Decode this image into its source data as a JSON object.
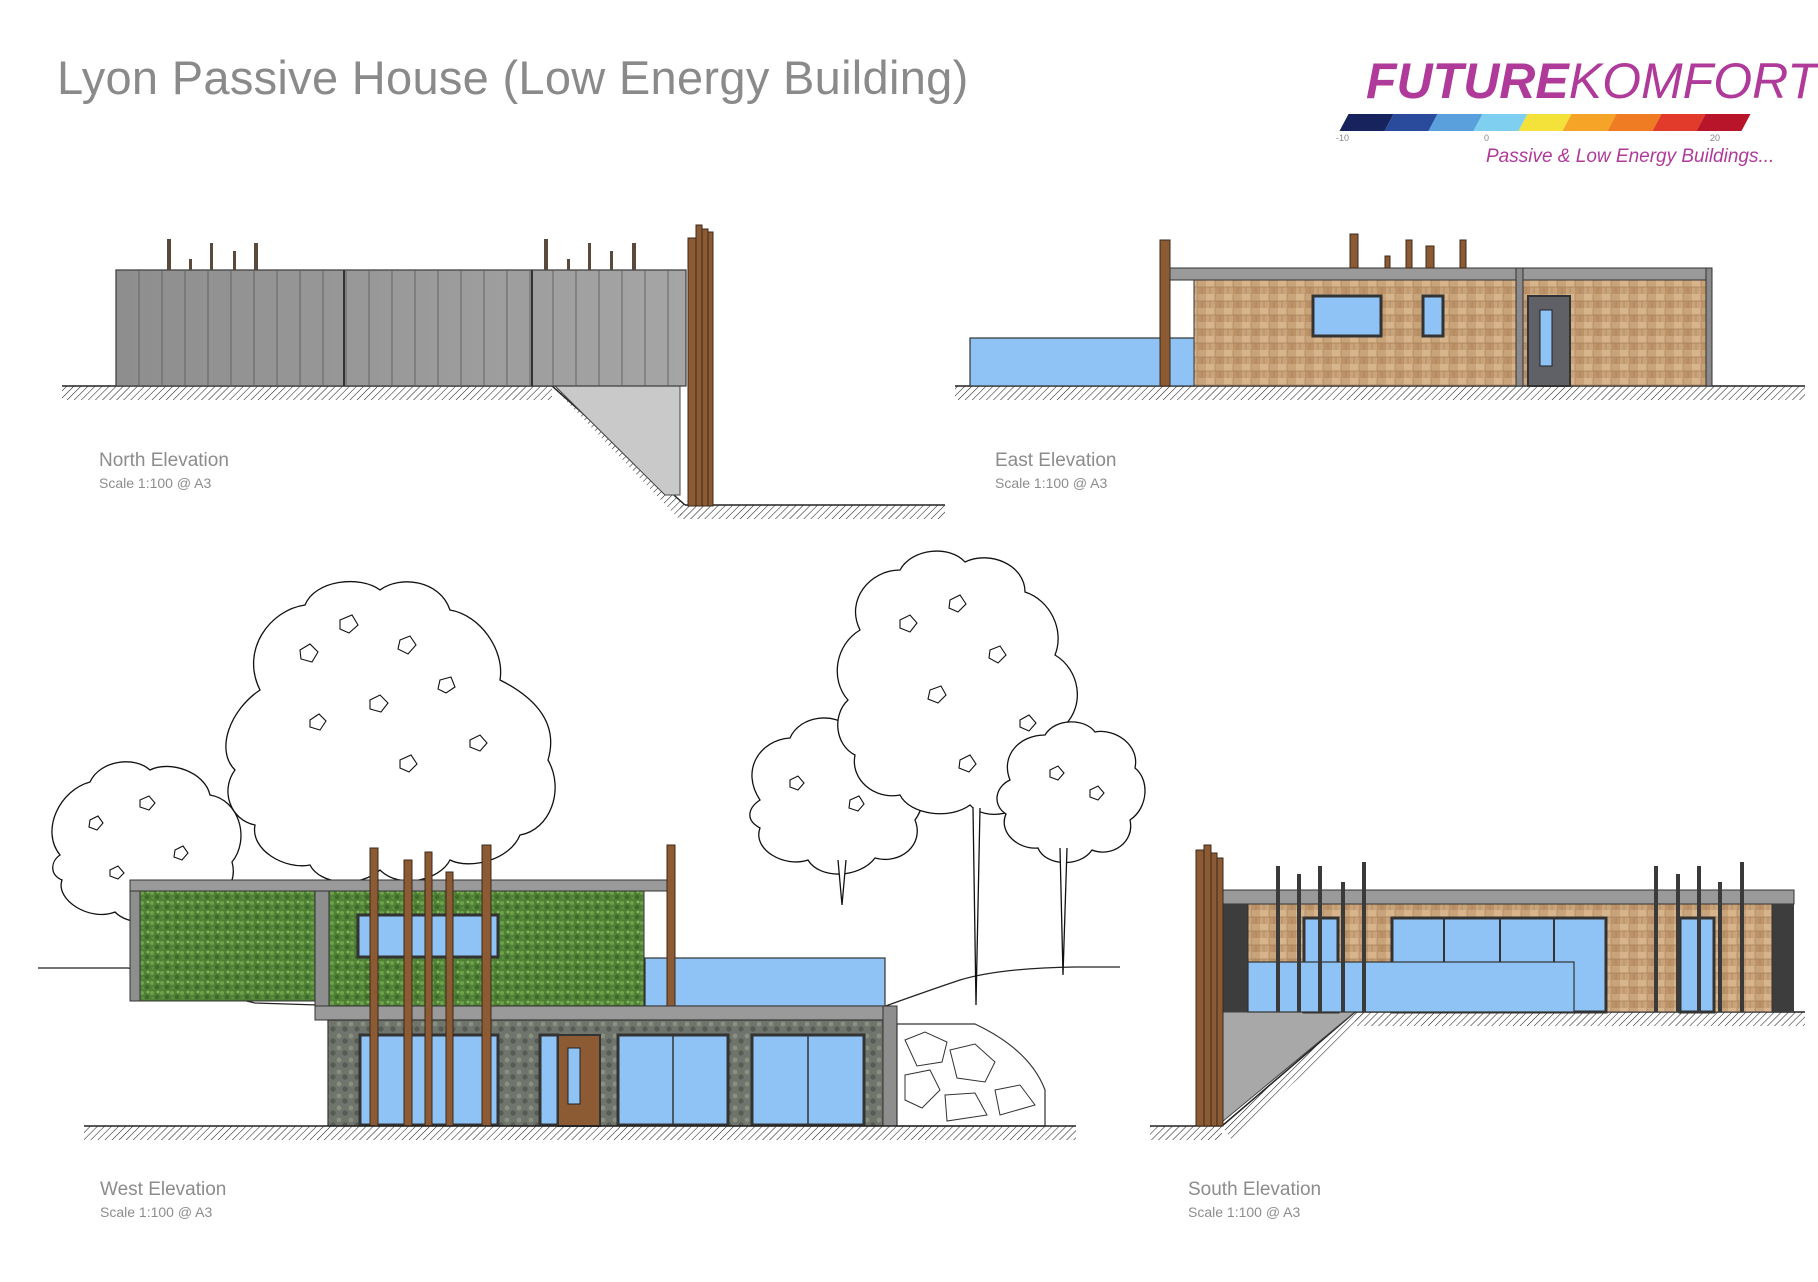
{
  "title": "Lyon Passive House (Low Energy Building)",
  "logo": {
    "word_bold": "FUTURE",
    "word_light": "KOMFORT",
    "scale_ticks": [
      "-10",
      "0",
      "20"
    ],
    "tagline": "Passive & Low Energy Buildings...",
    "brand_color": "#b03a9a",
    "bar_colors": [
      "#17235c",
      "#2a4a9c",
      "#5aa0dc",
      "#7fd0f0",
      "#f4e13a",
      "#f6a427",
      "#ef7b23",
      "#e23b2c",
      "#b9152a"
    ]
  },
  "elevations": {
    "north": {
      "title": "North Elevation",
      "scale": "Scale 1:100 @ A3"
    },
    "east": {
      "title": "East Elevation",
      "scale": "Scale 1:100 @ A3"
    },
    "west": {
      "title": "West Elevation",
      "scale": "Scale 1:100 @ A3"
    },
    "south": {
      "title": "South Elevation",
      "scale": "Scale 1:100 @ A3"
    }
  },
  "colors": {
    "glazing": "#8fc3f5",
    "timber_post": "#8c5a33",
    "shingle": "#c9a37a",
    "cladding_grey": "#9a9a9a",
    "green_wall": "#4d7f35",
    "frame": "#5a5a5a"
  }
}
